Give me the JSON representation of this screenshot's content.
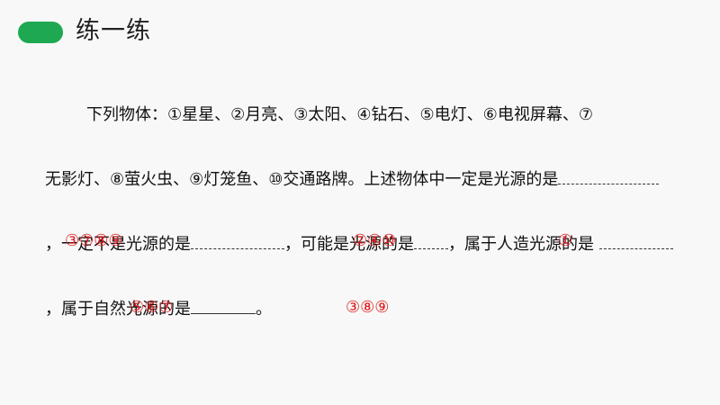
{
  "header": {
    "title": "练一练"
  },
  "question": {
    "line1": "下列物体：①星星、②月亮、③太阳、④钻石、⑤电灯、⑥电视屏幕、⑦",
    "line2": "无影灯、⑧萤火虫、⑨灯笼鱼、⑩交通路牌。上述物体中一定是光源的是",
    "line3_a": "，一定不是光源的是",
    "line3_b": "，可能是光源的是",
    "line3_c": "，属于人造光源的是",
    "line4_a": "，属于自然光源的是",
    "line4_b": "。"
  },
  "answers": {
    "definitely_source": "③⑦⑧⑨",
    "not_source": "②④⑩",
    "maybe_source": "①",
    "artificial": "⑤⑥⑦",
    "natural": "③⑧⑨"
  },
  "colors": {
    "accent": "#1ea851",
    "answer": "#e0191c"
  }
}
